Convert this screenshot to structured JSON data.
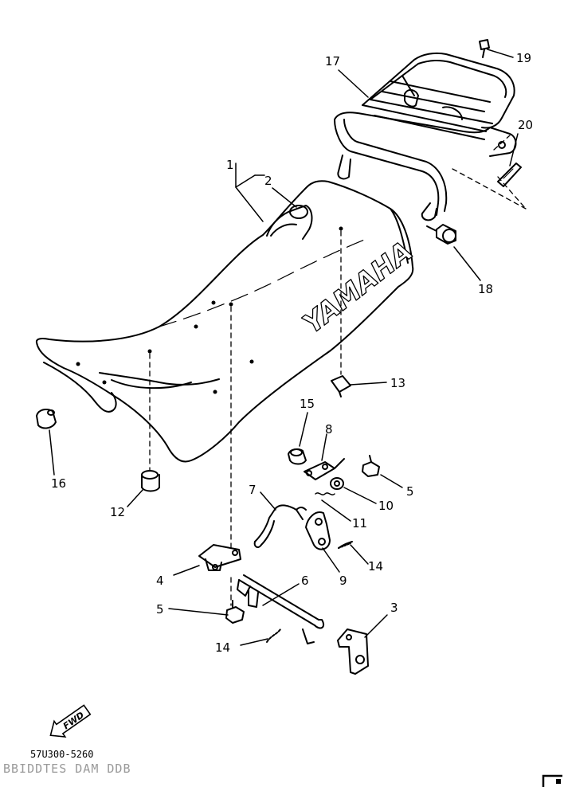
{
  "diagram": {
    "part_numbers": [
      "1",
      "2",
      "3",
      "4",
      "5",
      "5",
      "6",
      "7",
      "8",
      "9",
      "10",
      "11",
      "12",
      "13",
      "14",
      "14",
      "15",
      "16",
      "17",
      "18",
      "19",
      "20"
    ],
    "seat_brand_text": "YAMAHA",
    "fwd_arrow_text": "FWD",
    "drawing_code": "57U300-5260",
    "bleed_through_text": "BBIDDTES DAM DDB",
    "colors": {
      "ink": "#000000",
      "paper": "#ffffff",
      "bleed": "#9a9a9a"
    }
  }
}
